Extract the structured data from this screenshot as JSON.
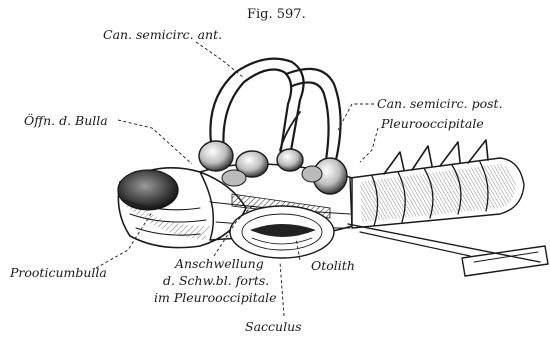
{
  "figure_title": "Fig. 597.",
  "labels": {
    "can_semicirc_ant": "Can. semicirc. ant.",
    "can_semicirc_post": "Can. semicirc. post.",
    "pleurooccipitale": "Pleurooccipitale",
    "offn_d_bulla": "Öffn. d. Bulla",
    "prooticumbulla": "Prooticumbulla",
    "anschwellung_line1": "Anschwellung",
    "anschwellung_line2": "d. Schw.bl. forts.",
    "anschwellung_line3": "im Pleurooccipitale",
    "otolith": "Otolith",
    "sacculus": "Sacculus"
  }
}
